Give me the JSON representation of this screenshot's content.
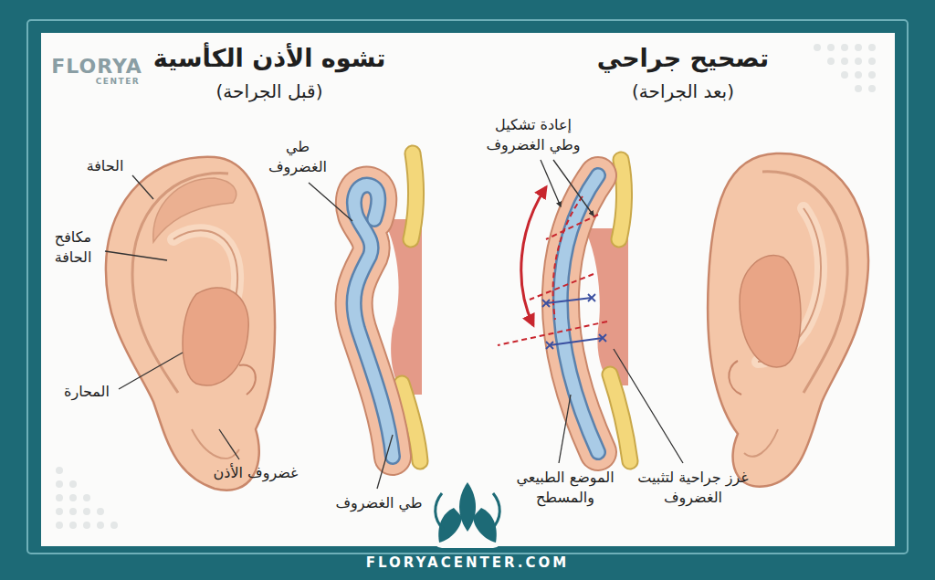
{
  "diagram": {
    "labels": [
      "FLORYA",
      "CENTER",
      "تشوه الأذن الكأسية",
      "(قبل الجراحة)",
      "تصحيح جراحي",
      "(بعد الجراحة)",
      "الحافة",
      "مكافح الحافة",
      "المحارة",
      "غضروف الأذن",
      "طي الغضروف",
      "طي الغضروف",
      "إعادة تشكيل وطي الغضروف",
      "الموضع الطبيعي والمسطح",
      "غرز جراحية لتثبيت الغضروف",
      "FLORYACENTER.COM"
    ]
  }
}
